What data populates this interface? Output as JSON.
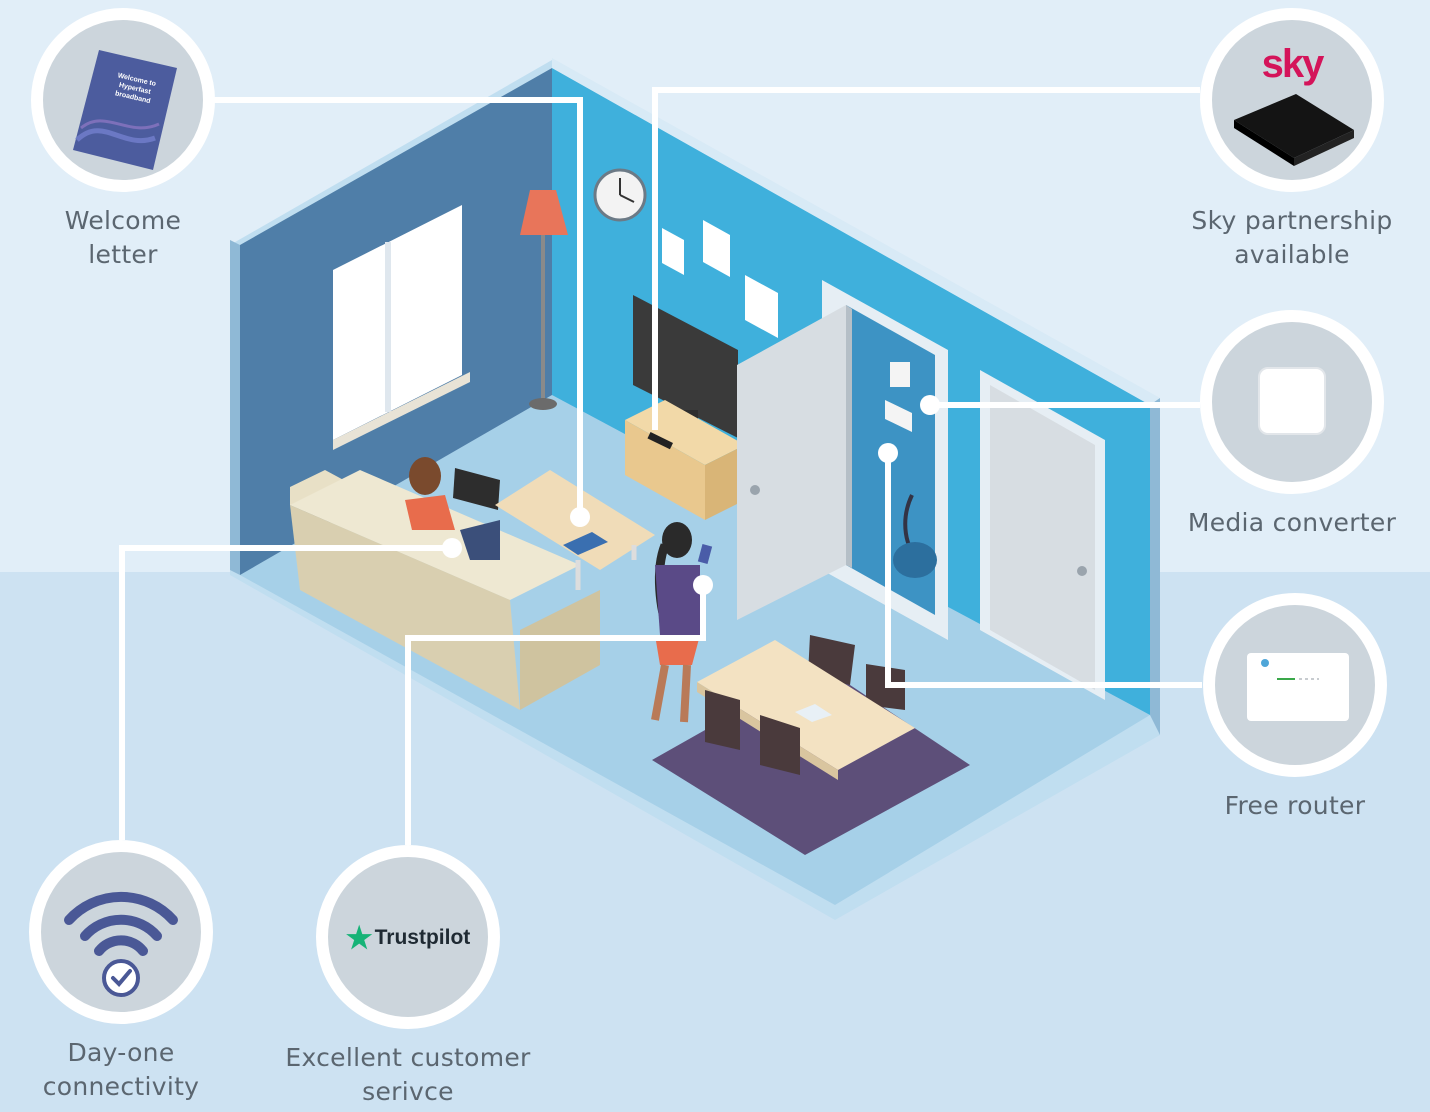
{
  "callouts": {
    "welcome_letter": {
      "label": "Welcome\nletter",
      "booklet_title": "Welcome to\nHyperfast\nbroadband"
    },
    "sky_partnership": {
      "label": "Sky partnership\navailable",
      "logo_text": "sky"
    },
    "media_converter": {
      "label": "Media converter"
    },
    "free_router": {
      "label": "Free router"
    },
    "day_one_connectivity": {
      "label": "Day-one\nconnectivity"
    },
    "customer_service": {
      "label": "Excellent customer\nserivce",
      "logo_text": "Trustpilot"
    }
  },
  "colors": {
    "background_top": "#e1eef8",
    "background_bottom": "#cde2f2",
    "wall_left": "#4f7ea8",
    "wall_back": "#3fb0dc",
    "floor": "#a6d0e8",
    "connector": "#ffffff",
    "circle_fill": "#ccd5dc",
    "label_text": "#5b6670",
    "trustpilot_star": "#16b377",
    "sky_logo": "#d4145a"
  },
  "icons": [
    "booklet-icon",
    "sky-box-icon",
    "media-converter-icon",
    "router-icon",
    "wifi-check-icon",
    "trustpilot-star-icon"
  ]
}
